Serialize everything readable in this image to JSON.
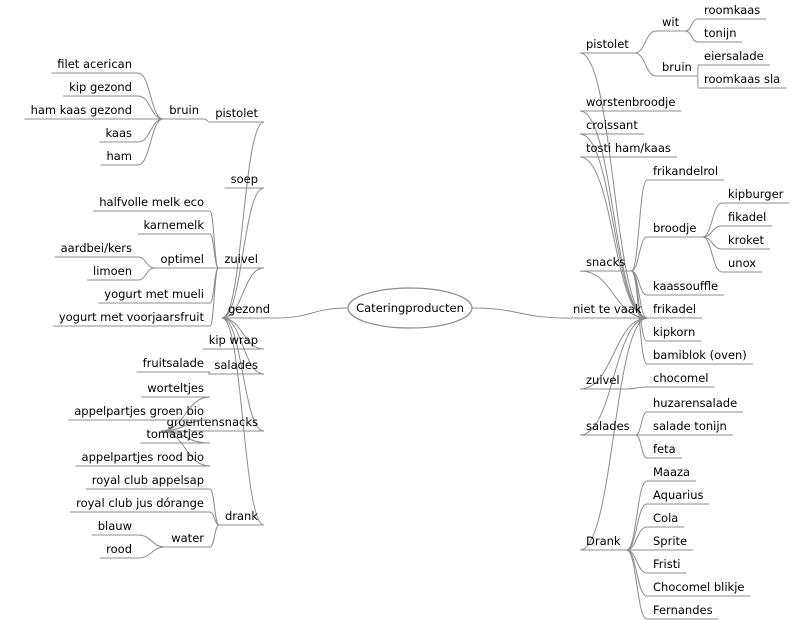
{
  "root": "Cateringproducten",
  "left_branch": {
    "label": "gezond",
    "children": [
      {
        "label": "pistolet",
        "children": [
          {
            "label": "bruin",
            "children": [
              {
                "label": "filet acerican"
              },
              {
                "label": "kip gezond"
              },
              {
                "label": "ham kaas gezond"
              },
              {
                "label": "kaas"
              },
              {
                "label": "ham"
              }
            ]
          }
        ]
      },
      {
        "label": "soep"
      },
      {
        "label": "zuivel",
        "children": [
          {
            "label": "halfvolle melk eco"
          },
          {
            "label": "karnemelk"
          },
          {
            "label": "optimel",
            "children": [
              {
                "label": "aardbei/kers"
              },
              {
                "label": "limoen"
              }
            ]
          },
          {
            "label": "yogurt met mueli"
          },
          {
            "label": "yogurt met voorjaarsfruit"
          }
        ]
      },
      {
        "label": "kip wrap"
      },
      {
        "label": "salades",
        "children": [
          {
            "label": "fruitsalade"
          }
        ]
      },
      {
        "label": "groentensnacks",
        "children": [
          {
            "label": "worteltjes"
          },
          {
            "label": "appelpartjes groen bio"
          },
          {
            "label": "tomaatjes"
          },
          {
            "label": "appelpartjes rood bio"
          }
        ]
      },
      {
        "label": "drank",
        "children": [
          {
            "label": "royal club appelsap"
          },
          {
            "label": "royal club jus dórange"
          },
          {
            "label": "water",
            "children": [
              {
                "label": "blauw"
              },
              {
                "label": "rood"
              }
            ]
          }
        ]
      }
    ]
  },
  "right_branch": {
    "label": "niet te vaak",
    "children": [
      {
        "label": "pistolet",
        "children": [
          {
            "label": "wit",
            "children": [
              {
                "label": "roomkaas"
              },
              {
                "label": "tonijn"
              }
            ]
          },
          {
            "label": "bruin",
            "children": [
              {
                "label": "eiersalade"
              },
              {
                "label": "roomkaas sla"
              }
            ]
          }
        ]
      },
      {
        "label": "worstenbroodje"
      },
      {
        "label": "croissant"
      },
      {
        "label": "tosti ham/kaas"
      },
      {
        "label": "snacks",
        "children": [
          {
            "label": "frikandelrol"
          },
          {
            "label": "broodje",
            "children": [
              {
                "label": "kipburger"
              },
              {
                "label": "fikadel"
              },
              {
                "label": "kroket"
              },
              {
                "label": "unox"
              }
            ]
          },
          {
            "label": "kaassouffle"
          },
          {
            "label": "frikadel"
          },
          {
            "label": "kipkorn"
          },
          {
            "label": "bamiblok (oven)"
          }
        ]
      },
      {
        "label": "zuivel",
        "children": [
          {
            "label": "chocomel"
          }
        ]
      },
      {
        "label": "salades",
        "children": [
          {
            "label": "huzarensalade"
          },
          {
            "label": "salade tonijn"
          },
          {
            "label": "feta"
          }
        ]
      },
      {
        "label": "Drank",
        "children": [
          {
            "label": "Maaza"
          },
          {
            "label": "Aquarius"
          },
          {
            "label": "Cola"
          },
          {
            "label": "Sprite"
          },
          {
            "label": "Fristi"
          },
          {
            "label": "Chocomel blikje"
          },
          {
            "label": "Fernandes"
          }
        ]
      }
    ]
  }
}
